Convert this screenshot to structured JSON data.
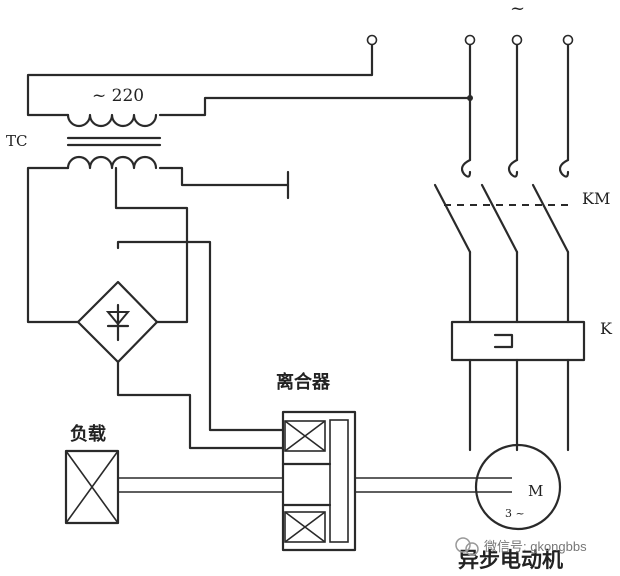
{
  "labels": {
    "ac_symbol": "~",
    "transformer_voltage": "~ 220",
    "transformer_name": "TC",
    "contactor": "KM",
    "relay": "K",
    "clutch": "离合器",
    "load": "负载",
    "motor_letter": "M",
    "motor_phase": "3 ~",
    "motor_caption": "异步电动机",
    "watermark": "微信号: gkongbbs"
  }
}
